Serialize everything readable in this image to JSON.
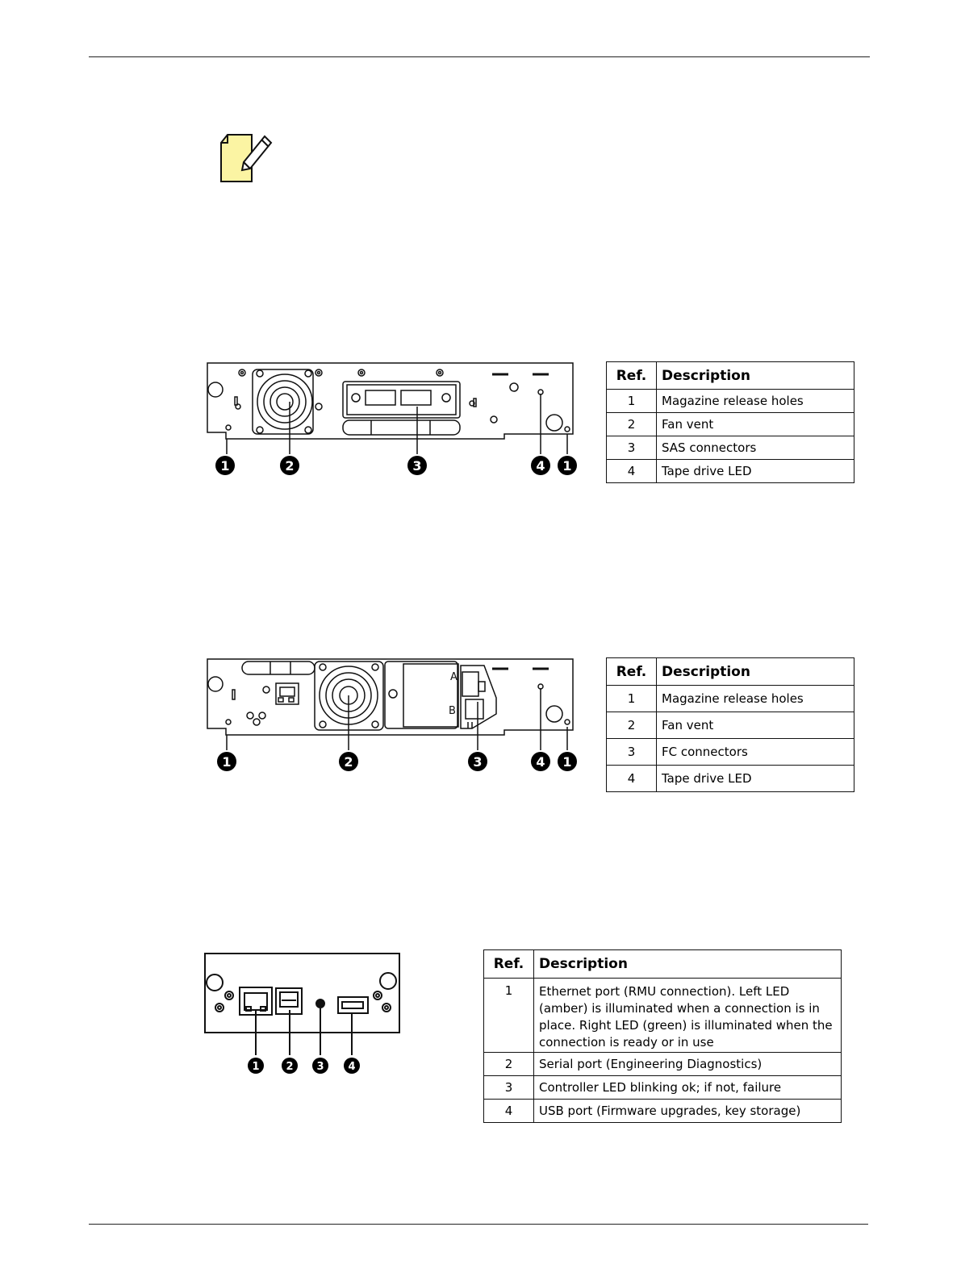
{
  "table1": {
    "headers": {
      "ref": "Ref.",
      "description": "Description"
    },
    "rows": [
      {
        "ref": "1",
        "description": "Magazine release holes"
      },
      {
        "ref": "2",
        "description": "Fan vent"
      },
      {
        "ref": "3",
        "description": "SAS connectors"
      },
      {
        "ref": "4",
        "description": "Tape drive LED"
      }
    ]
  },
  "table2": {
    "headers": {
      "ref": "Ref.",
      "description": "Description"
    },
    "rows": [
      {
        "ref": "1",
        "description": "Magazine release holes"
      },
      {
        "ref": "2",
        "description": "Fan vent"
      },
      {
        "ref": "3",
        "description": "FC connectors"
      },
      {
        "ref": "4",
        "description": "Tape drive LED"
      }
    ]
  },
  "table3": {
    "headers": {
      "ref": "Ref.",
      "description": "Description"
    },
    "rows": [
      {
        "ref": "1",
        "description": "Ethernet port (RMU connection).  Left LED (amber) is illuminated when a connection is in place. Right LED (green) is illuminated when the connection is ready or in use"
      },
      {
        "ref": "2",
        "description": "Serial port (Engineering Diagnostics)"
      },
      {
        "ref": "3",
        "description": "Controller LED blinking ok;  if not, failure"
      },
      {
        "ref": "4",
        "description": "USB port (Firmware upgrades, key storage)"
      }
    ]
  },
  "diagram1": {
    "callouts": [
      "1",
      "2",
      "3",
      "4",
      "1"
    ]
  },
  "diagram2": {
    "callouts": [
      "1",
      "2",
      "3",
      "4",
      "1"
    ],
    "port_labels": [
      "A",
      "B"
    ]
  },
  "diagram3": {
    "callouts": [
      "1",
      "2",
      "3",
      "4"
    ]
  },
  "icons": {
    "note": "note-pencil-icon"
  },
  "colors": {
    "note_fill": "#FBF4A3"
  }
}
